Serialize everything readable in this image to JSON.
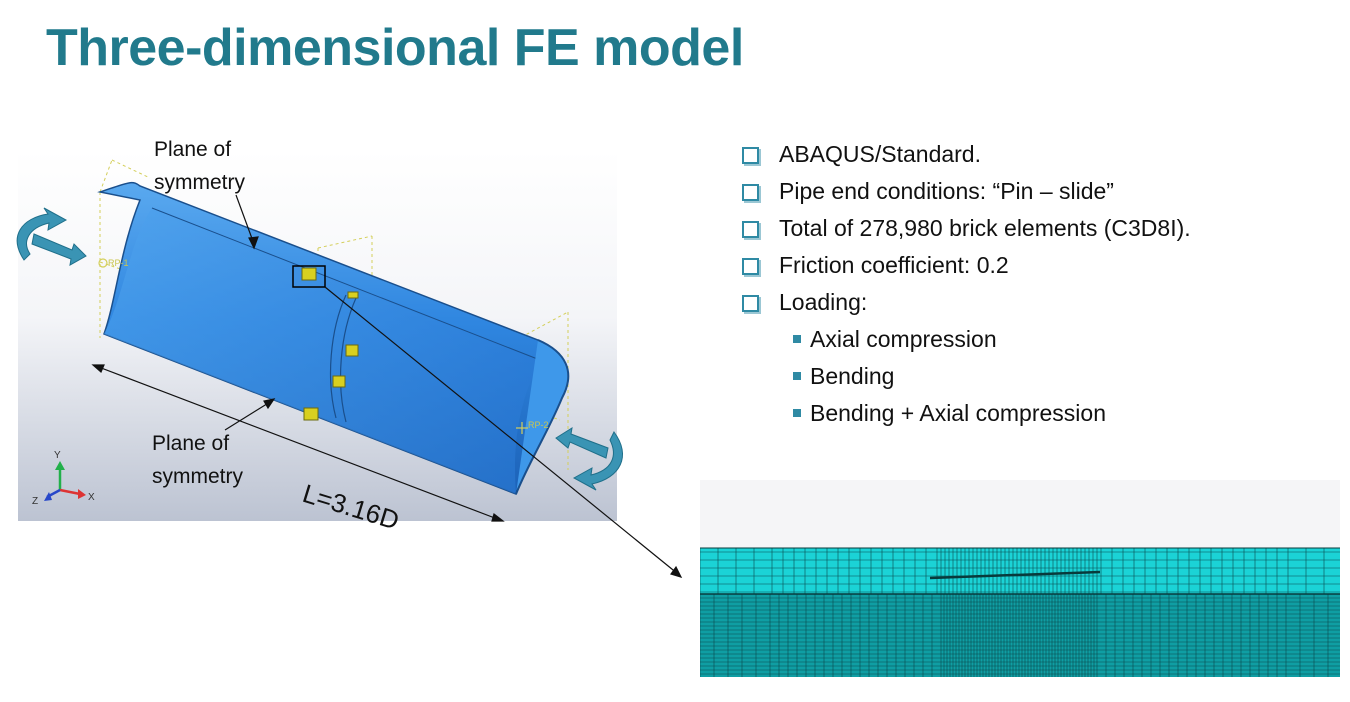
{
  "title": "Three-dimensional FE model",
  "labels": {
    "plane_top": [
      "Plane of",
      "symmetry"
    ],
    "plane_bottom": [
      "Plane of",
      "symmetry"
    ],
    "length": "L=3.16D",
    "rp1": "RP-1",
    "rp2": "RP-2",
    "axis_y": "Y",
    "axis_z": "Z",
    "axis_x": "X"
  },
  "bullets": [
    "ABAQUS/Standard.",
    "Pipe end conditions: “Pin – slide”",
    "Total of 278,980 brick elements (C3D8I).",
    "Friction coefficient: 0.2",
    "Loading:"
  ],
  "sub_bullets": [
    "Axial compression",
    "Bending",
    "Bending + Axial compression"
  ],
  "colors": {
    "title": "#217a8c",
    "pipe": "#2f86e0",
    "mesh_top": "#1bd3d6",
    "mesh_bottom": "#0f9ea3",
    "arrow": "#3a94b4",
    "bullet": "#2f8aa4"
  }
}
